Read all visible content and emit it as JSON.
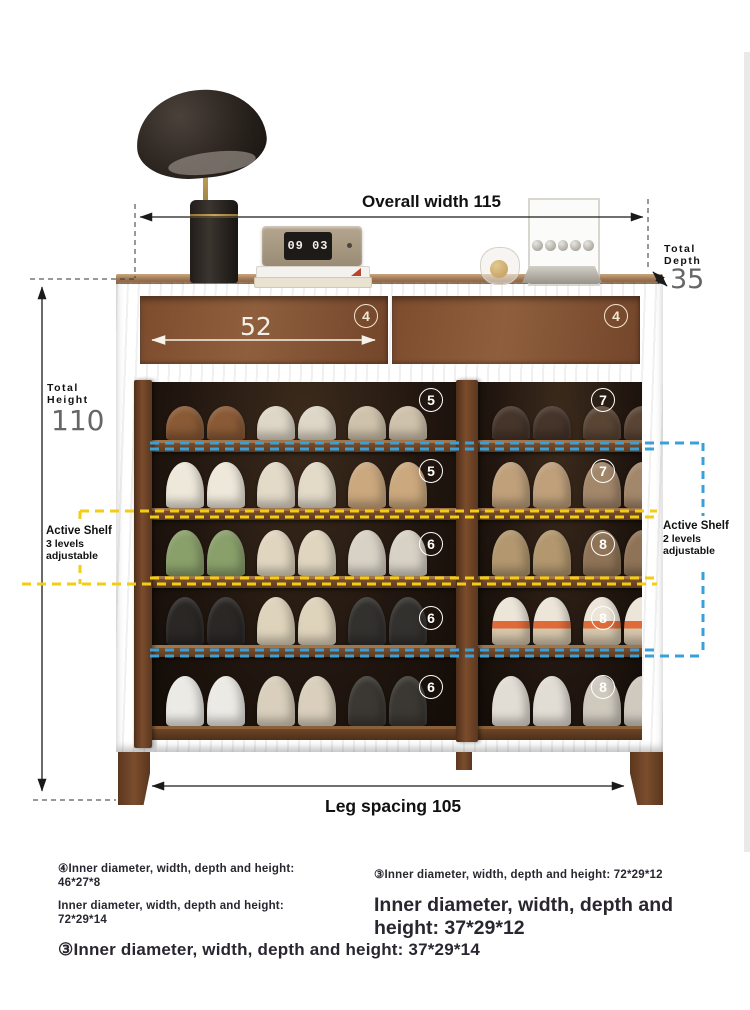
{
  "colors": {
    "blue_dash": "#3aa0d8",
    "yellow_dash": "#f2cd11",
    "arrow_black": "#1a1a1a",
    "arrow_white": "#f6f3ea",
    "value_gray": "#666666"
  },
  "annotations": {
    "overall_width": "Overall width 115",
    "total_depth": {
      "label_line1": "Total",
      "label_line2": "Depth",
      "value": "35"
    },
    "total_height": {
      "label_line1": "Total",
      "label_line2": "Height",
      "value": "110"
    },
    "drawer_inner_width": "52",
    "leg_spacing": "Leg spacing 105",
    "active_shelf_left": {
      "title": "Active Shelf",
      "line1": "3 levels",
      "line2": "adjustable"
    },
    "active_shelf_right": {
      "title": "Active Shelf",
      "line1": "2 levels",
      "line2": "adjustable"
    }
  },
  "markers": {
    "drawer_left": "4",
    "drawer_right": "4",
    "shelf_rows": [
      {
        "left": "5",
        "right": "7"
      },
      {
        "left": "5",
        "right": "7"
      },
      {
        "left": "6",
        "right": "8"
      },
      {
        "left": "6",
        "right": "8"
      },
      {
        "left": "6",
        "right": "8"
      }
    ]
  },
  "decor": {
    "clock_time": "09 03"
  },
  "specs": {
    "left_column": [
      {
        "text": "④Inner diameter, width, depth and height: 46*27*8",
        "variant": "small"
      },
      {
        "text": "Inner diameter, width, depth and height: 72*29*14",
        "variant": "small"
      },
      {
        "text": "③Inner diameter, width, depth and height: 37*29*14",
        "variant": "large"
      }
    ],
    "right_column": [
      {
        "text": "③Inner diameter, width, depth and height: 72*29*12",
        "variant": "small"
      },
      {
        "text": "Inner diameter, width, depth and height: 37*29*12",
        "variant": "xlarge"
      }
    ]
  },
  "shoe_rows": [
    {
      "h": 34,
      "left": [
        "#8a5a36",
        "#ded7c7",
        "#cfc2ab"
      ],
      "right": [
        "#46352a",
        "#5a4535"
      ]
    },
    {
      "h": 46,
      "left": [
        "#eee8da",
        "#e3dac8",
        "#cba87e"
      ],
      "right": [
        "#bfa07b",
        "#a3876a"
      ]
    },
    {
      "h": 46,
      "left": [
        "#8aa06b",
        "#e0d6c0",
        "#d8d2c6"
      ],
      "right": [
        "#b2976f",
        "#8f7356"
      ]
    },
    {
      "h": 48,
      "left": [
        "#2a2725",
        "#ded3bb",
        "#33312e"
      ],
      "right": [
        "linear-gradient(180deg,#ece5d8 50%,#e06a38 50%,#e06a38 66%,#d6c6ac 66%)",
        "linear-gradient(180deg,#ece5d8 50%,#e06a38 50%,#e06a38 66%,#d6c6ac 66%)"
      ]
    },
    {
      "h": 50,
      "left": [
        "#eceae5",
        "#d9cfbc",
        "#3b3833"
      ],
      "right": [
        "#e2ddd4",
        "#cfc9be"
      ]
    }
  ]
}
